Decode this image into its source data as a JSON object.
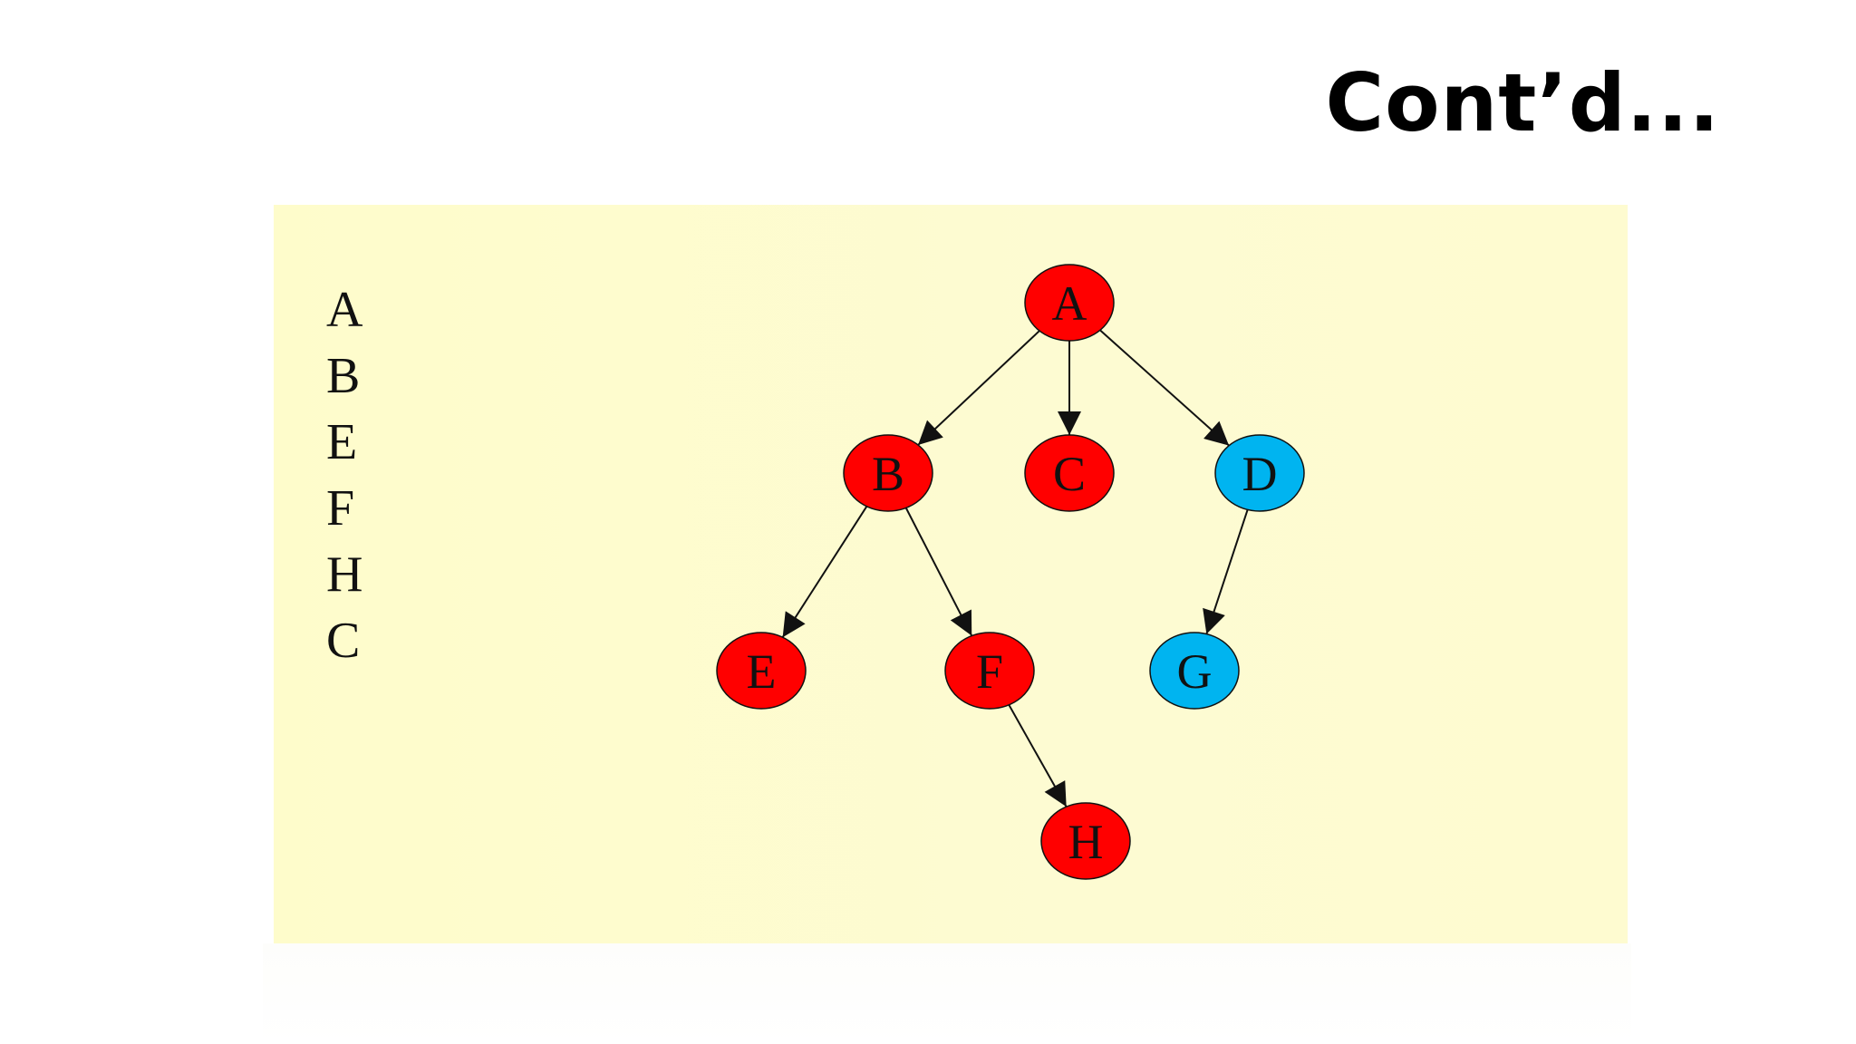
{
  "slide": {
    "title": "Cont’d..."
  },
  "traversal_order": [
    "A",
    "B",
    "E",
    "F",
    "H",
    "C"
  ],
  "graph": {
    "colors": {
      "visited": "#ff0000",
      "unvisited": "#00b4f0",
      "edge": "#111111"
    },
    "nodes": [
      {
        "id": "A",
        "label": "A",
        "state": "visited"
      },
      {
        "id": "B",
        "label": "B",
        "state": "visited"
      },
      {
        "id": "C",
        "label": "C",
        "state": "visited"
      },
      {
        "id": "D",
        "label": "D",
        "state": "unvisited"
      },
      {
        "id": "E",
        "label": "E",
        "state": "visited"
      },
      {
        "id": "F",
        "label": "F",
        "state": "visited"
      },
      {
        "id": "G",
        "label": "G",
        "state": "unvisited"
      },
      {
        "id": "H",
        "label": "H",
        "state": "visited"
      }
    ],
    "edges": [
      {
        "from": "A",
        "to": "B"
      },
      {
        "from": "A",
        "to": "C"
      },
      {
        "from": "A",
        "to": "D"
      },
      {
        "from": "B",
        "to": "E"
      },
      {
        "from": "B",
        "to": "F"
      },
      {
        "from": "D",
        "to": "G"
      },
      {
        "from": "F",
        "to": "H"
      }
    ]
  }
}
